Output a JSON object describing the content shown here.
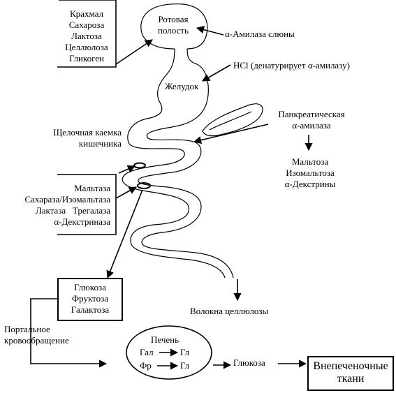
{
  "diagram": {
    "intake_carbohydrates": [
      "Крахмал",
      "Сахароза",
      "Лактоза",
      "Целлюлоза",
      "Гликоген"
    ],
    "oral_cavity": [
      "Ротовая",
      "полость"
    ],
    "salivary_amylase": "α-Амилаза слюны",
    "stomach": "Желудок",
    "hcl_note": "HCl (денатурирует α-амилазу)",
    "pancreatic_amylase": [
      "Панкреатическая",
      "α-амилаза"
    ],
    "amylase_products": [
      "Мальтоза",
      "Изомальтоза",
      "α-Декстрины"
    ],
    "brush_border": [
      "Щелочная каемка",
      "кишечника"
    ],
    "brush_border_enzymes": [
      "Мальтаза",
      "Сахараза/Изомальтаза",
      "Лактаза   Трегалаза",
      "α-Декстриназа"
    ],
    "monosaccharides": [
      "Глюкоза",
      "Фруктоза",
      "Галактоза"
    ],
    "cellulose_fibers": "Волокна целлюлозы",
    "portal_circulation": [
      "Портальное",
      "кровообращение"
    ],
    "liver": {
      "title": "Печень",
      "gal": "Гал",
      "glc1": "Гл",
      "fru": "Фр",
      "glc2": "Гл"
    },
    "glucose_out": "Глюкоза",
    "extrahepatic": [
      "Внепеченочные",
      "ткани"
    ]
  }
}
